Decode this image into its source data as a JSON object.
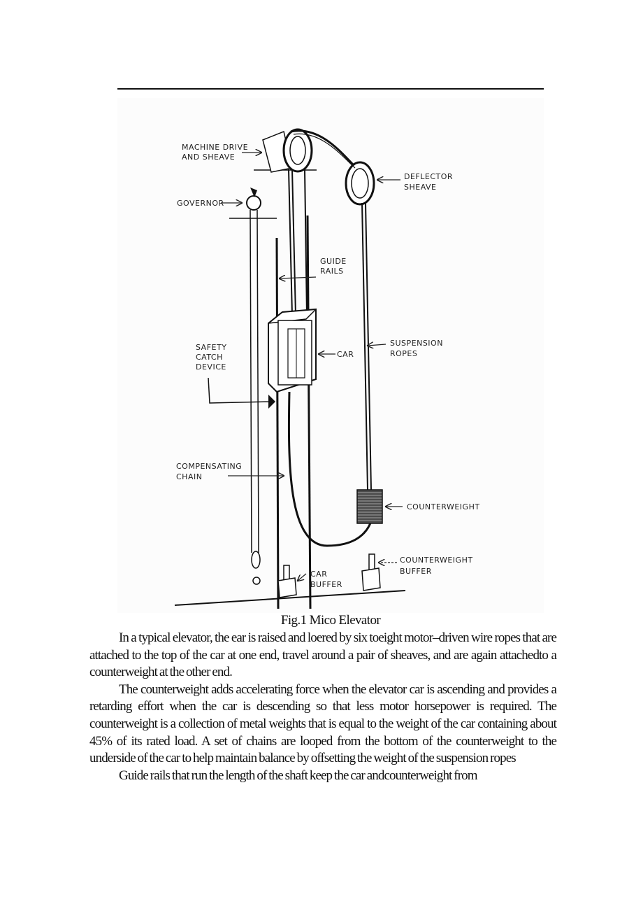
{
  "figure": {
    "caption": "Fig.1 Mico Elevator",
    "labels": {
      "machine_drive": [
        "MACHINE DRIVE",
        "AND SHEAVE"
      ],
      "deflector_sheave": [
        "DEFLECTOR",
        "SHEAVE"
      ],
      "governor": [
        "GOVERNOR"
      ],
      "guide_rails": [
        "GUIDE",
        "RAILS"
      ],
      "safety_catch": [
        "SAFETY",
        "CATCH",
        "DEVICE"
      ],
      "car": [
        "CAR"
      ],
      "suspension_ropes": [
        "SUSPENSION",
        "ROPES"
      ],
      "compensating_chain": [
        "COMPENSATING",
        "CHAIN"
      ],
      "counterweight": [
        "COUNTERWEIGHT"
      ],
      "counterweight_buffer": [
        "COUNTERWEIGHT",
        "BUFFER"
      ],
      "car_buffer": [
        "CAR",
        "BUFFER"
      ]
    }
  },
  "paragraphs": [
    "In a typical elevator, the ear is raised and loered by six toeight motor–driven wire ropes that are attached to the top of the car at one end, travel around a pair of sheaves, and are again attachedto a counterweight at the other end.",
    "The counterweight adds accelerating force when the elevator car is ascending and provides a retarding effort when the car is descending so that less motor horsepower is required. The counterweight is a collection of metal weights that is equal to the weight of the car containing about 45% of its rated load. A set of chains are looped from the bottom of the counterweight to the underside of the car to help  maintain  balance  by  offsetting  the weight of the suspension ropes",
    "Guide rails that run the length of the shaft keep the car andcounterweight from"
  ]
}
